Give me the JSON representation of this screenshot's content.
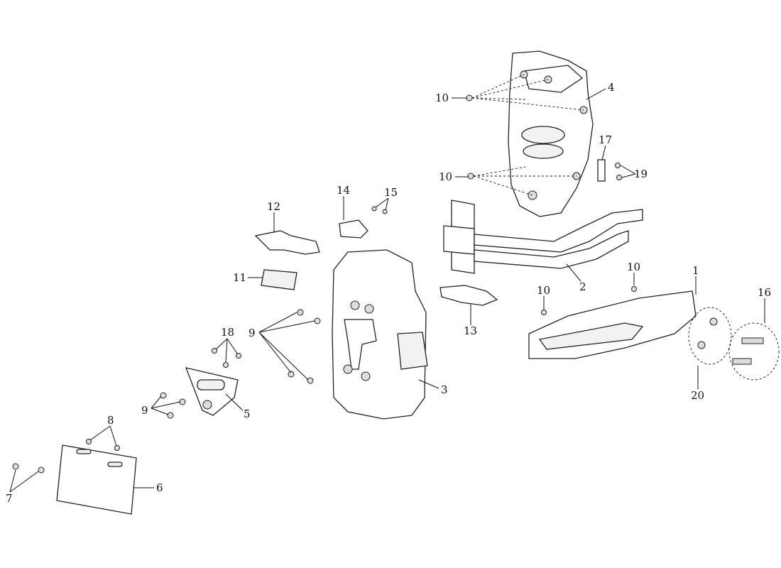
{
  "diagram": {
    "type": "exploded-parts-diagram",
    "callouts": [
      "1",
      "2",
      "3",
      "4",
      "5",
      "6",
      "7",
      "8",
      "9",
      "9",
      "10",
      "10",
      "10",
      "10",
      "11",
      "12",
      "13",
      "14",
      "15",
      "16",
      "17",
      "18",
      "19",
      "20"
    ]
  }
}
